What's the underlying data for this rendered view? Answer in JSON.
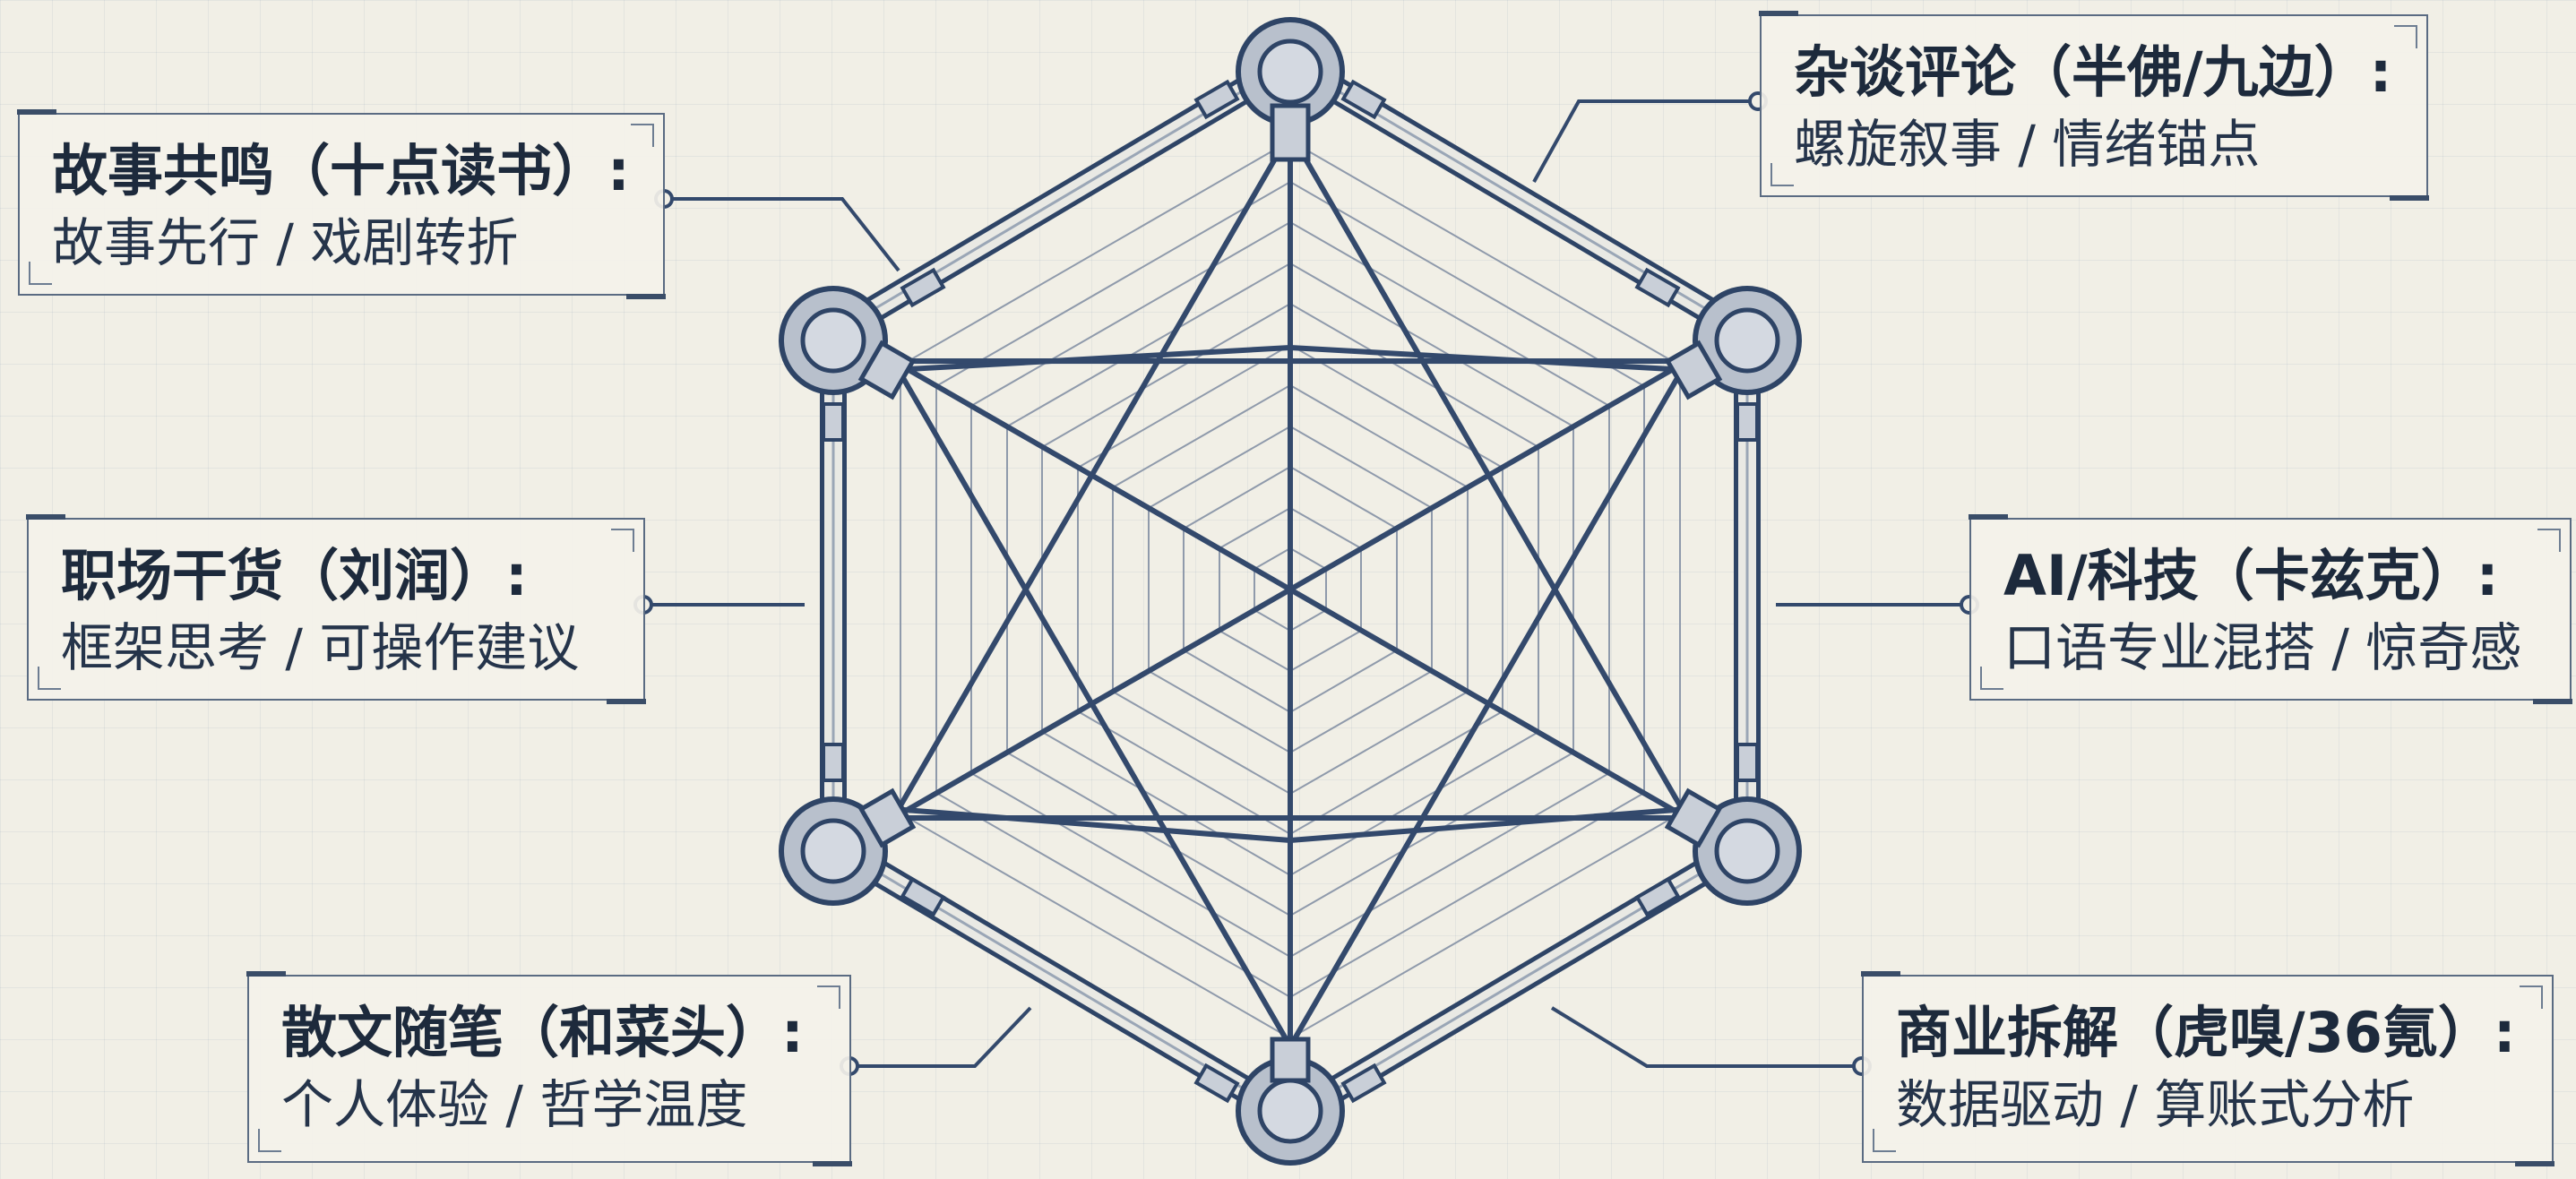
{
  "labels": [
    {
      "id": "story",
      "title": "故事共鸣（十点读书）:",
      "subtitle": "故事先行 / 戏剧转折"
    },
    {
      "id": "essay",
      "title": "杂谈评论（半佛/九边）:",
      "subtitle": "螺旋叙事 / 情绪锚点"
    },
    {
      "id": "workplace",
      "title": "职场干货（刘润）:",
      "subtitle": "框架思考 / 可操作建议"
    },
    {
      "id": "tech",
      "title": "AI/科技（卡兹克）:",
      "subtitle": "口语专业混搭 / 惊奇感"
    },
    {
      "id": "prose",
      "title": "散文随笔（和菜头）:",
      "subtitle": "个人体验 / 哲学温度"
    },
    {
      "id": "business",
      "title": "商业拆解（虎嗅/36氪）:",
      "subtitle": "数据驱动 / 算账式分析"
    }
  ],
  "colors": {
    "background": "#f1efe6",
    "line": "#3a4f73",
    "frame": "#2e4466",
    "web": "#8a96a8",
    "text": "#1d2a3c"
  }
}
